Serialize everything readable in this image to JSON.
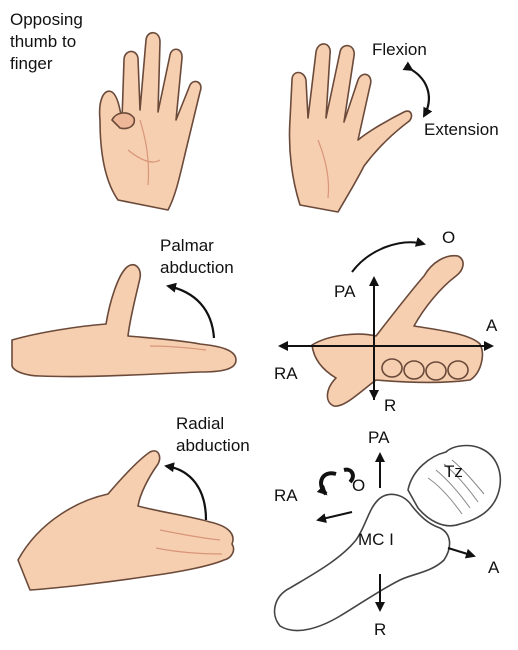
{
  "panels": {
    "opposition": {
      "label_line1": "Opposing",
      "label_line2": "thumb to",
      "label_line3": "finger"
    },
    "flexion_extension": {
      "flexion_label": "Flexion",
      "extension_label": "Extension"
    },
    "palmar_abduction": {
      "label_line1": "Palmar",
      "label_line2": "abduction"
    },
    "palmar_axes": {
      "o_label": "O",
      "pa_label": "PA",
      "a_label": "A",
      "ra_label": "RA",
      "r_label": "R"
    },
    "radial_abduction": {
      "label_line1": "Radial",
      "label_line2": "abduction"
    },
    "bone_axes": {
      "pa_label": "PA",
      "tz_label": "Tz",
      "ra_label": "RA",
      "o_label": "O",
      "mc_label": "MC I",
      "a_label": "A",
      "r_label": "R"
    }
  },
  "colors": {
    "skin": "#f6cfb0",
    "skin_shadow": "#e3a98a",
    "outline": "#6b4a3a",
    "bone": "#ffffff",
    "arrow": "#111111"
  }
}
